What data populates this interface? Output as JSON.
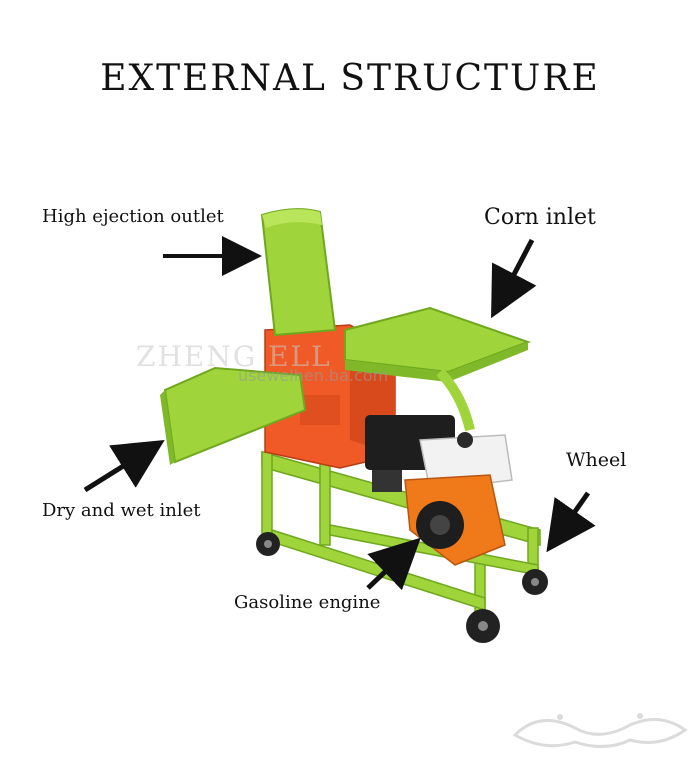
{
  "title": "EXTERNAL STRUCTURE",
  "labels": {
    "high_ejection_outlet": "High ejection outlet",
    "corn_inlet": "Corn inlet",
    "wheel": "Wheel",
    "dry_and_wet_inlet": "Dry and wet inlet",
    "gasoline_engine": "Gasoline engine"
  },
  "watermarks": {
    "brand": "ZHENG               ELL",
    "url": "usewelhen.ba.com"
  },
  "colors": {
    "machine_green": "#9fd43a",
    "machine_green_dark": "#6fa81e",
    "housing_orange": "#ef5a26",
    "engine_black": "#1e1e1e",
    "engine_white": "#f2f2f2",
    "arrow": "#111111"
  },
  "icons": {
    "arrows": "callout-arrow",
    "corner_mark": "haraj-logo"
  }
}
